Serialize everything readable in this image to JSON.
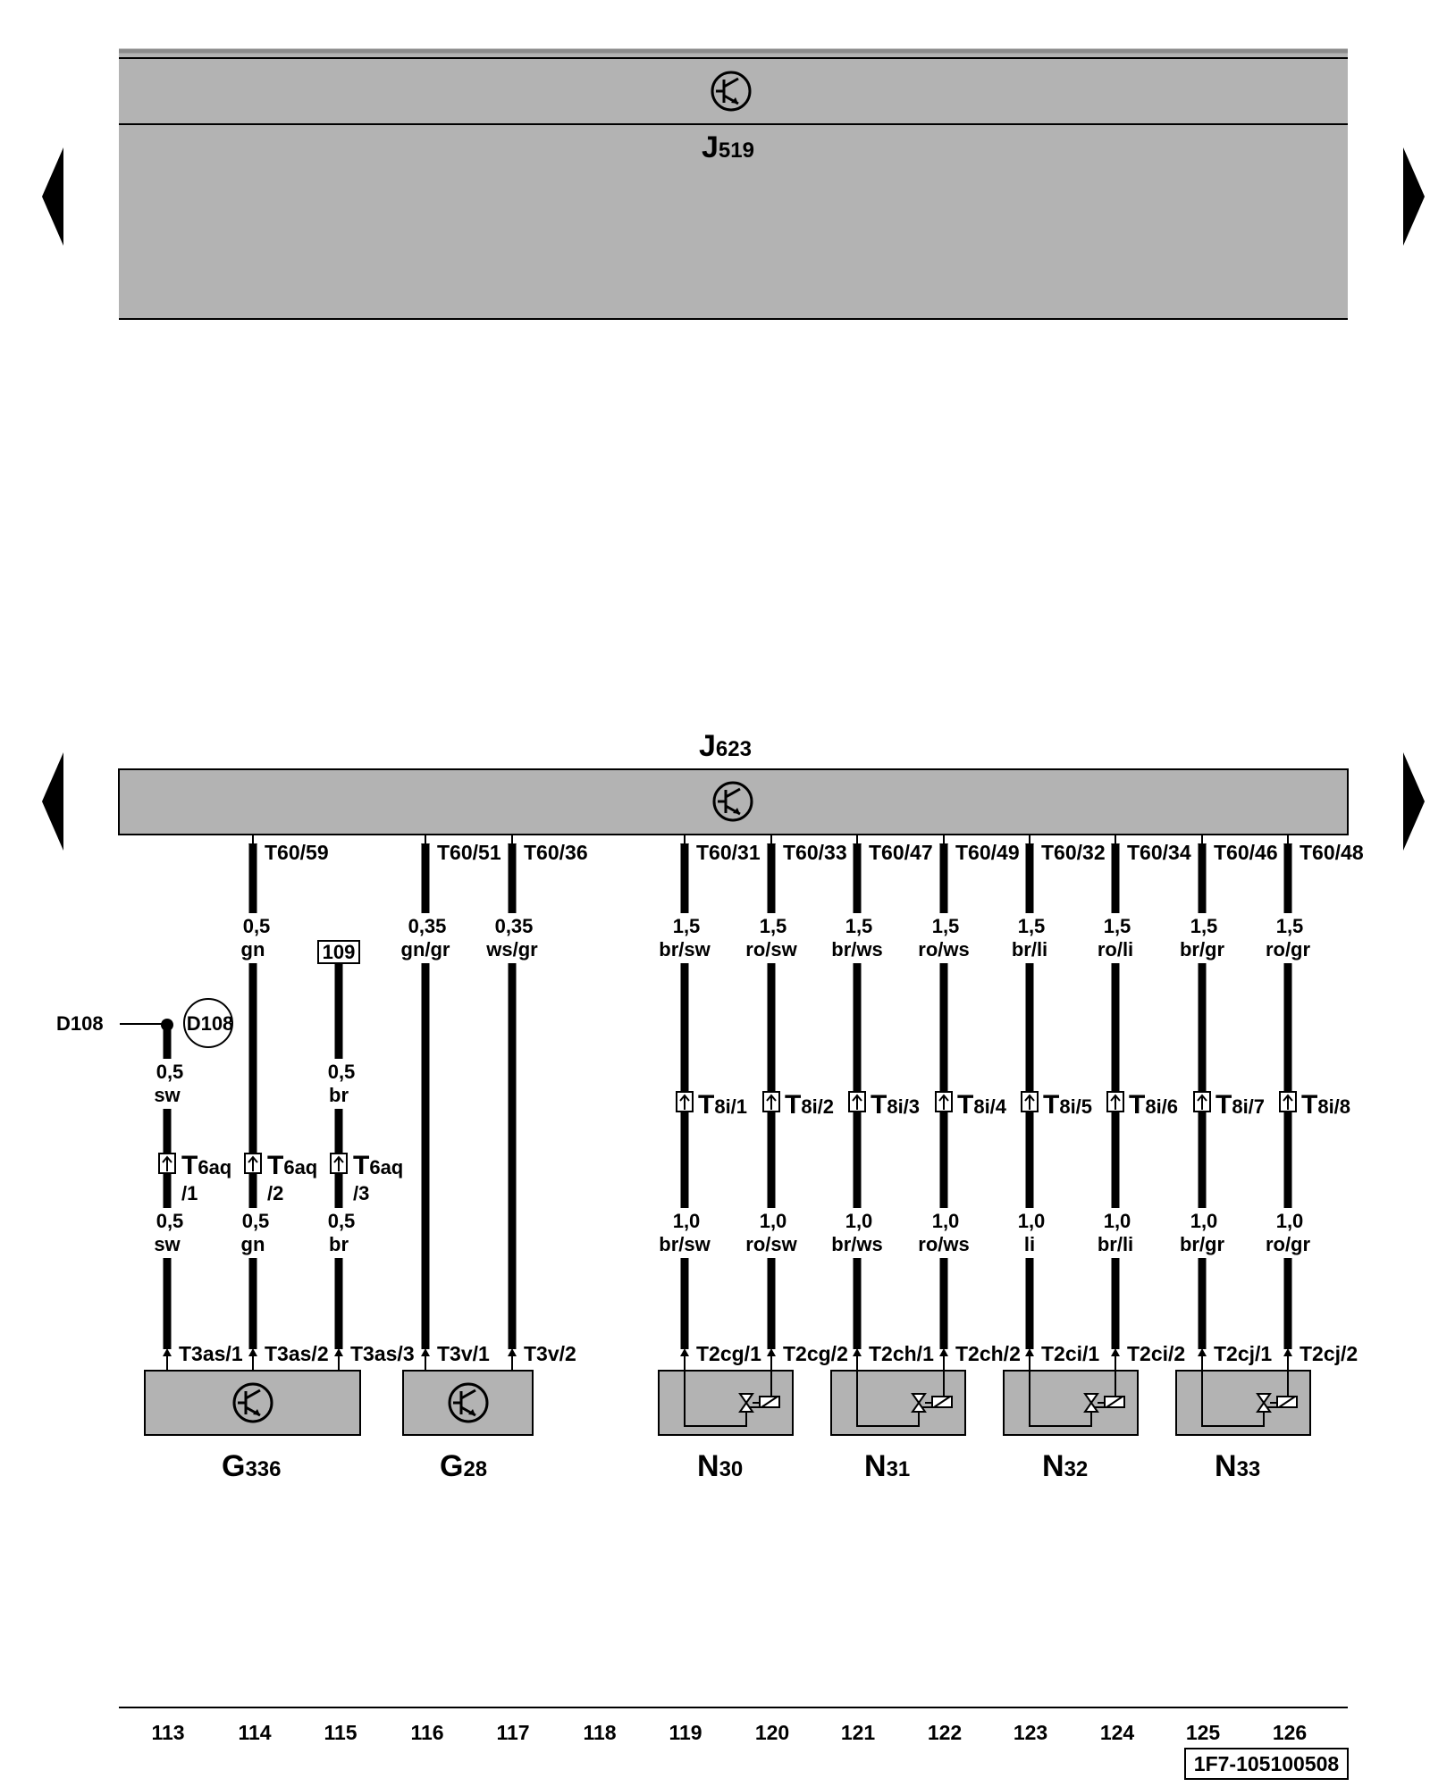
{
  "modules": {
    "top": {
      "name": "J",
      "sub": "519"
    },
    "bottom": {
      "name": "J",
      "sub": "623"
    }
  },
  "pins": {
    "t59": "T60/59",
    "t51": "T60/51",
    "t36": "T60/36",
    "t31": "T60/31",
    "t33": "T60/33",
    "t47": "T60/47",
    "t49": "T60/49",
    "t32": "T60/32",
    "t34": "T60/34",
    "t46": "T60/46",
    "t48": "T60/48",
    "t3as1": "T3as/1",
    "t3as2": "T3as/2",
    "t3as3": "T3as/3",
    "t3v1": "T3v/1",
    "t3v2": "T3v/2",
    "t2cg1": "T2cg/1",
    "t2cg2": "T2cg/2",
    "t2ch1": "T2ch/1",
    "t2ch2": "T2ch/2",
    "t2ci1": "T2ci/1",
    "t2ci2": "T2ci/2",
    "t2cj1": "T2cj/1",
    "t2cj2": "T2cj/2"
  },
  "wires": {
    "w114_top": {
      "size": "0,5",
      "color": "gn"
    },
    "w116_top": {
      "size": "0,35",
      "color": "gn/gr"
    },
    "w117_top": {
      "size": "0,35",
      "color": "ws/gr"
    },
    "w119_top": {
      "size": "1,5",
      "color": "br/sw"
    },
    "w120_top": {
      "size": "1,5",
      "color": "ro/sw"
    },
    "w121_top": {
      "size": "1,5",
      "color": "br/ws"
    },
    "w122_top": {
      "size": "1,5",
      "color": "ro/ws"
    },
    "w123_top": {
      "size": "1,5",
      "color": "br/li"
    },
    "w124_top": {
      "size": "1,5",
      "color": "ro/li"
    },
    "w125_top": {
      "size": "1,5",
      "color": "br/gr"
    },
    "w126_top": {
      "size": "1,5",
      "color": "ro/gr"
    },
    "w113_mid": {
      "size": "0,5",
      "color": "sw"
    },
    "w115_mid": {
      "size": "0,5",
      "color": "br"
    },
    "w113_bot": {
      "size": "0,5",
      "color": "sw"
    },
    "w114_bot": {
      "size": "0,5",
      "color": "gn"
    },
    "w115_bot": {
      "size": "0,5",
      "color": "br"
    },
    "w119_bot": {
      "size": "1,0",
      "color": "br/sw"
    },
    "w120_bot": {
      "size": "1,0",
      "color": "ro/sw"
    },
    "w121_bot": {
      "size": "1,0",
      "color": "br/ws"
    },
    "w122_bot": {
      "size": "1,0",
      "color": "ro/ws"
    },
    "w123_bot": {
      "size": "1,0",
      "color": "li"
    },
    "w124_bot": {
      "size": "1,0",
      "color": "br/li"
    },
    "w125_bot": {
      "size": "1,0",
      "color": "br/gr"
    },
    "w126_bot": {
      "size": "1,0",
      "color": "ro/gr"
    }
  },
  "connectors": {
    "t6aq": {
      "name": "T",
      "sub": "6aq",
      "p1": "/1",
      "p2": "/2",
      "p3": "/3"
    },
    "t8i": {
      "name": "T",
      "p1": "8i/1",
      "p2": "8i/2",
      "p3": "8i/3",
      "p4": "8i/4",
      "p5": "8i/5",
      "p6": "8i/6",
      "p7": "8i/7",
      "p8": "8i/8"
    }
  },
  "splice": {
    "label": "D108",
    "circle": "D108"
  },
  "ref_box": "109",
  "components": [
    {
      "name": "G",
      "sub": "336"
    },
    {
      "name": "G",
      "sub": "28"
    },
    {
      "name": "N",
      "sub": "30"
    },
    {
      "name": "N",
      "sub": "31"
    },
    {
      "name": "N",
      "sub": "32"
    },
    {
      "name": "N",
      "sub": "33"
    }
  ],
  "tracks": [
    "113",
    "114",
    "115",
    "116",
    "117",
    "118",
    "119",
    "120",
    "121",
    "122",
    "123",
    "124",
    "125",
    "126"
  ],
  "doc_id": "1F7-105100508",
  "colors": {
    "module_fill": "#b3b3b3",
    "component_fill": "#b3b3b3",
    "line": "#000000"
  },
  "icons": [
    "triangle-left-icon",
    "triangle-right-icon",
    "transistor-symbol-icon",
    "solenoid-valve-icon",
    "connector-pin-icon"
  ]
}
